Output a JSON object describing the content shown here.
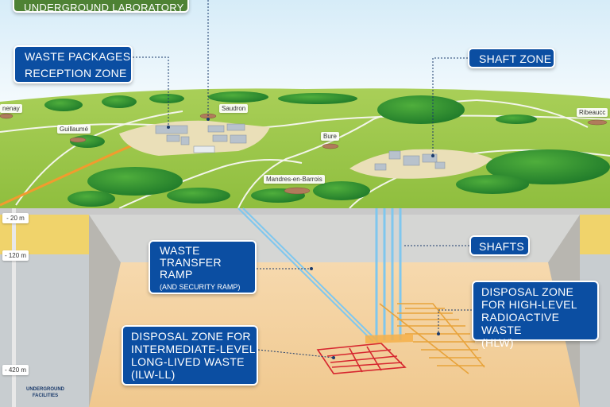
{
  "callouts": {
    "underground_laboratory": "UNDERGROUND LABORATORY",
    "reception_line1": "WASTE PACKAGES",
    "reception_line2": "RECEPTION ZONE",
    "shaft_zone": "SHAFT ZONE",
    "shafts": "SHAFTS",
    "transfer_line1": "WASTE",
    "transfer_line2": "TRANSFER",
    "transfer_line3": "RAMP",
    "transfer_note": "(AND SECURITY RAMP)",
    "ilw_line1": "DISPOSAL ZONE FOR",
    "ilw_line2": "INTERMEDIATE-LEVEL",
    "ilw_line3": "LONG-LIVED WASTE",
    "ilw_line4": "(ILW-LL)",
    "hlw_line1": "DISPOSAL ZONE",
    "hlw_line2": "FOR HIGH-LEVEL",
    "hlw_line3": "RADIOACTIVE WASTE",
    "hlw_line4": "(HLW)"
  },
  "villages": {
    "ribeaucourt": "Ribeaucc",
    "left_edge": "nenay",
    "guillaume": "Guillaumé",
    "saudron": "Saudron",
    "bure": "Bure",
    "mandres": "Mandres-en-Barrois"
  },
  "depths": {
    "d20": "- 20 m",
    "d120": "- 120 m",
    "d420": "- 420 m"
  },
  "legend": {
    "line1": "UNDERGROUND",
    "line2": "FACILITIES"
  },
  "colors": {
    "callout_blue": "#0b4ea2",
    "lab_green": "#4e8234",
    "ilw_red": "#d6262f",
    "hlw_orange": "#e8a33b",
    "shaft_blue": "#7fc7ee"
  }
}
